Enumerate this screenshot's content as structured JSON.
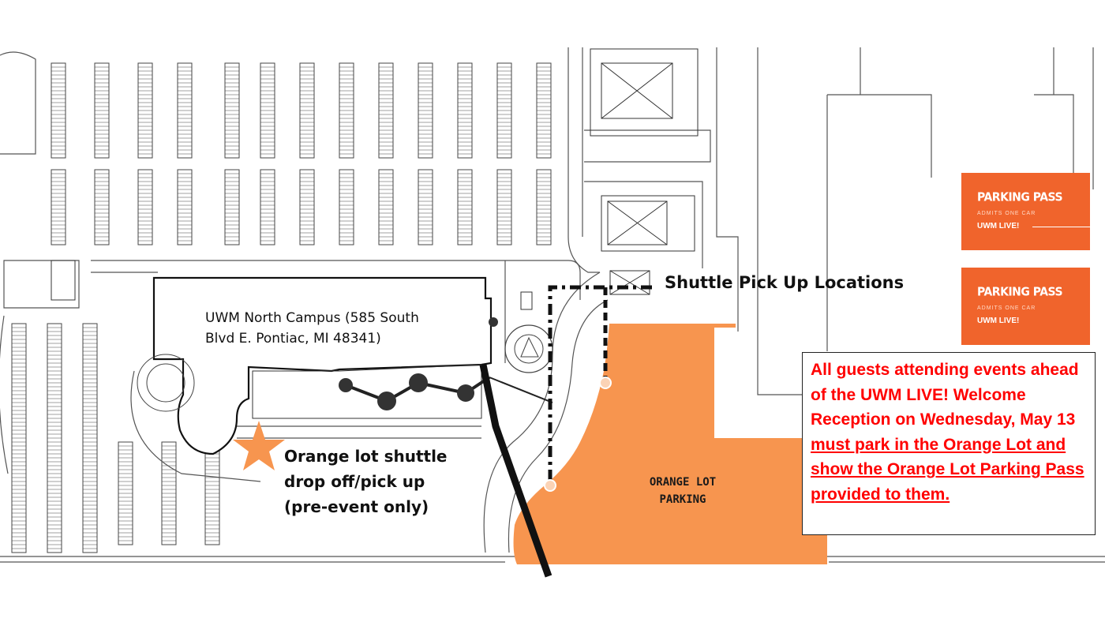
{
  "campus": {
    "name_line1": "UWM North Campus (585 South",
    "name_line2": "Blvd E. Pontiac, MI 48341)"
  },
  "shuttle": {
    "title": "Shuttle Pick Up Locations",
    "dropoff_line1": "Orange lot shuttle",
    "dropoff_line2": "drop off/pick up",
    "dropoff_line3": "(pre-event only)"
  },
  "orange_lot": {
    "label_line1": "ORANGE LOT",
    "label_line2": "PARKING",
    "color": "#f7954f"
  },
  "parking_passes": [
    {
      "title": "PARKING PASS",
      "subtitle": "ADMITS ONE CAR",
      "event": "UWM LIVE!"
    },
    {
      "title": "PARKING PASS",
      "subtitle": "ADMITS ONE CAR",
      "event": "UWM LIVE!"
    }
  ],
  "notice": {
    "text_plain": "All guests attending events ahead of the UWM LIVE! Welcome Reception on Wednesday, May 13 ",
    "text_underlined": "must park in the Orange Lot and show the Orange Lot Parking Pass provided to them.",
    "color": "#ff0000"
  },
  "colors": {
    "pass_bg": "#f0642c",
    "star": "#f7954f",
    "shuttle_route": "#111111"
  },
  "icons": [
    "star-icon",
    "shuttle-stop-icon"
  ]
}
